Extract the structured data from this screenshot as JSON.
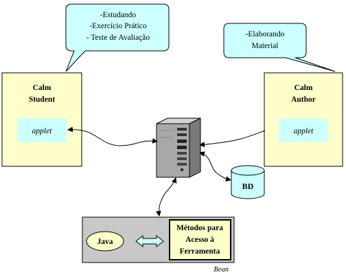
{
  "bubbles": {
    "student": {
      "lines": [
        "-Estudando",
        "-Exercício Prático",
        "- Teste de Avaliação"
      ]
    },
    "author": {
      "lines": [
        "-Elaborando",
        "Material"
      ]
    }
  },
  "nodes": {
    "student": {
      "title_line1": "Calm",
      "title_line2": "Student",
      "applet": "applet"
    },
    "author": {
      "title_line1": "Calm",
      "title_line2": "Author",
      "applet": "applet"
    },
    "database": {
      "label": "BD"
    },
    "bean": {
      "java_label": "Java",
      "methods_line1": "Métodos para",
      "methods_line2": "Acesso à",
      "methods_line3": "Ferramenta",
      "caption": "Bean"
    }
  },
  "colors": {
    "node_fill": "#ffffcc",
    "applet_fill": "#ccffff",
    "bubble_fill": "#ccffff",
    "bean_fill": "#c8c8c8",
    "java_fill": "#ffffcc",
    "db_fill": "#ccffff",
    "server_body": "#a8a8a8"
  }
}
